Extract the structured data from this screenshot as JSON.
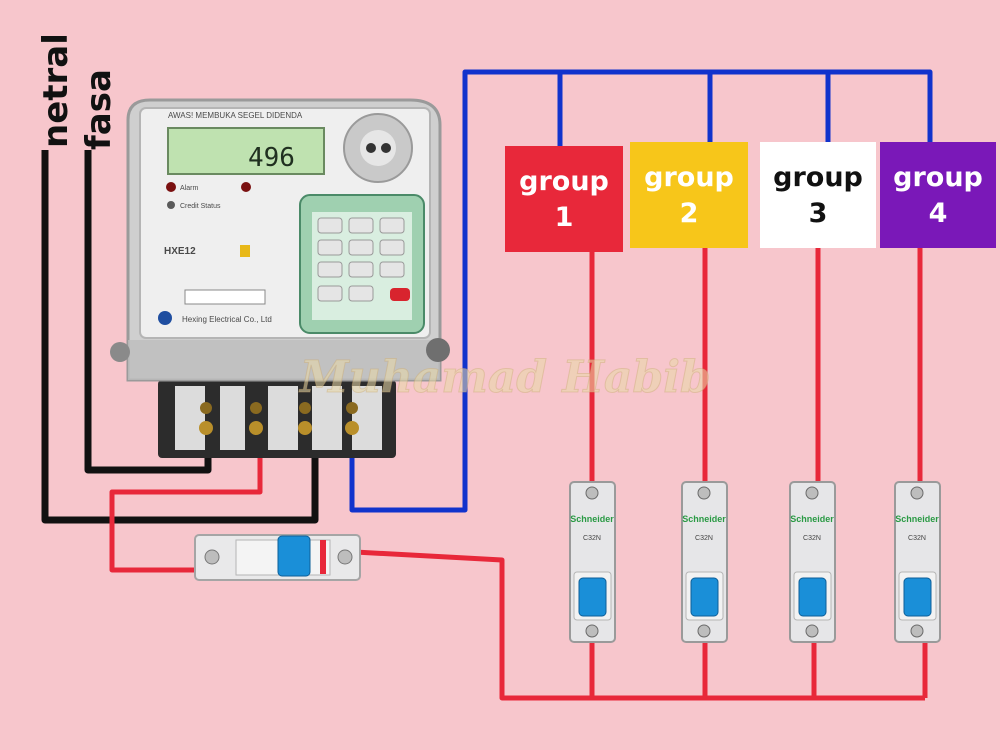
{
  "labels": {
    "netral": "netral",
    "fasa": "fasa"
  },
  "meter": {
    "warning": "AWAS! MEMBUKA SEGEL DIDENDA",
    "reading": "496",
    "model": "HXE12",
    "maker": "Hexing Electrical Co., Ltd",
    "alarm": "Alarm",
    "credit": "Credit Status"
  },
  "watermark": "Muhamad Habib",
  "breaker_brand": "Schneider",
  "breaker_rating": "C32N",
  "groups": [
    {
      "label": "group",
      "number": "1",
      "bg": "#e8283a",
      "fg": "#ffffff"
    },
    {
      "label": "group",
      "number": "2",
      "bg": "#f7c61a",
      "fg": "#ffffff"
    },
    {
      "label": "group",
      "number": "3",
      "bg": "#ffffff",
      "fg": "#111111"
    },
    {
      "label": "group",
      "number": "4",
      "bg": "#7a18b8",
      "fg": "#ffffff"
    }
  ],
  "colors": {
    "neutral_wire": "#1133cc",
    "phase_wire": "#e8283a",
    "ground_wire": "#111111",
    "background": "#f7c6cc"
  }
}
